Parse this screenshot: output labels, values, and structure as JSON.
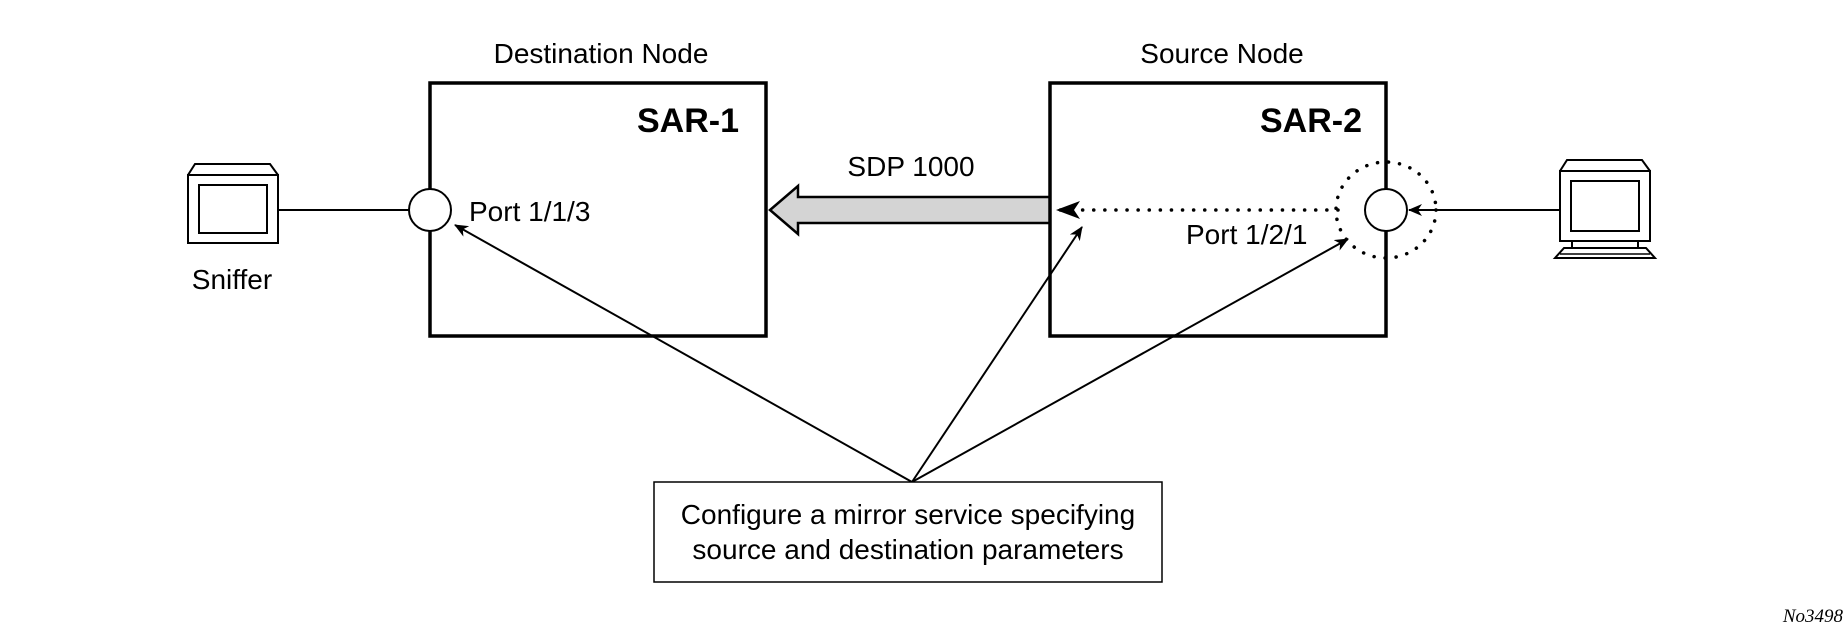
{
  "destination_node": {
    "caption": "Destination Node",
    "name": "SAR-1",
    "port": "Port 1/1/3"
  },
  "source_node": {
    "caption": "Source Node",
    "name": "SAR-2",
    "port": "Port 1/2/1"
  },
  "sdp": {
    "label": "SDP 1000"
  },
  "sniffer": {
    "label": "Sniffer"
  },
  "config_box": {
    "line1": "Configure a mirror service specifying",
    "line2": "source and destination parameters"
  },
  "figure_id": "No3498",
  "colors": {
    "stroke": "#000000",
    "sdp_fill": "#d4d4d4"
  }
}
